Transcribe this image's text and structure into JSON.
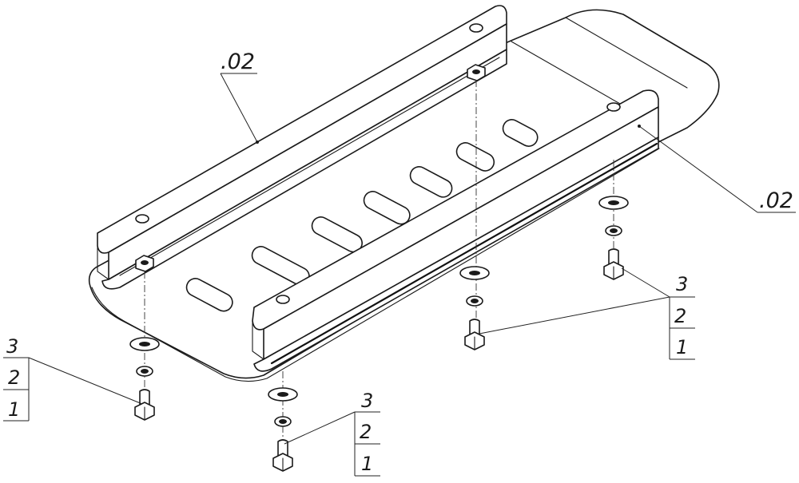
{
  "drawing": {
    "callouts": {
      "top_ref": ".02",
      "right_ref": ".02"
    },
    "stacks": [
      {
        "id": "stack-left",
        "numbers": [
          "3",
          "2",
          "1"
        ]
      },
      {
        "id": "stack-bottom",
        "numbers": [
          "3",
          "2",
          "1"
        ]
      },
      {
        "id": "stack-right",
        "numbers": [
          "3",
          "2",
          "1"
        ]
      }
    ]
  }
}
